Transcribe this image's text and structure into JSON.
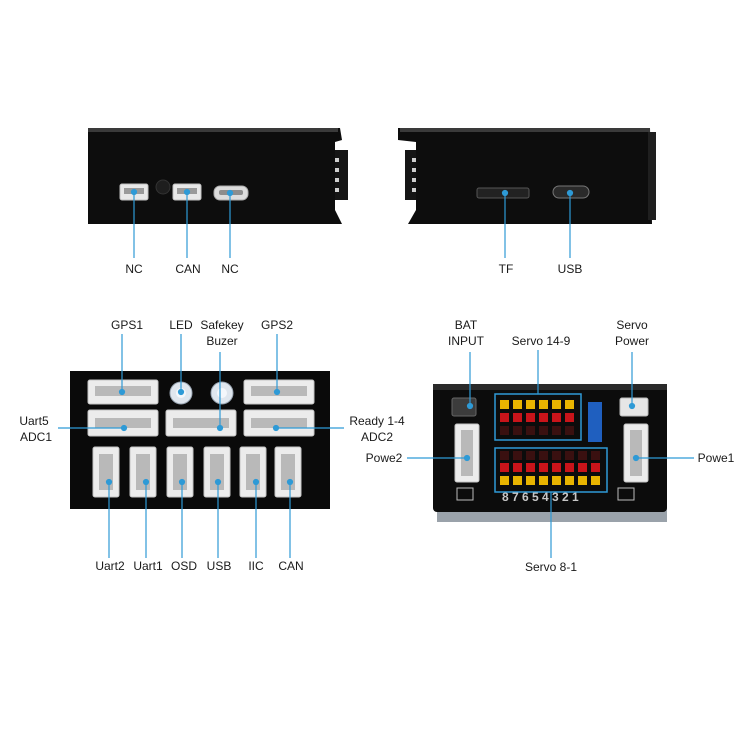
{
  "views": {
    "side_left": {
      "labels": [
        "NC",
        "CAN",
        "NC"
      ]
    },
    "side_right": {
      "labels": [
        "TF",
        "USB"
      ]
    },
    "front_left": {
      "top_labels": [
        "GPS1",
        "LED",
        "Safekey",
        "Buzer",
        "GPS2"
      ],
      "left_label": [
        "Uart5",
        "ADC1"
      ],
      "right_label": [
        "Ready 1-4",
        "ADC2"
      ],
      "bottom_labels": [
        "Uart2",
        "Uart1",
        "OSD",
        "USB",
        "IIC",
        "CAN"
      ]
    },
    "front_right": {
      "top_labels": [
        "BAT",
        "INPUT",
        "Servo 14-9",
        "Servo",
        "Power"
      ],
      "left_label": "Powe2",
      "right_label": "Powe1",
      "bottom_label": "Servo 8-1",
      "servo_numbers": "8 7 6 5 4 3 2 1"
    }
  },
  "colors": {
    "device_body": "#0d0d0d",
    "callout_line": "#2e9ad6",
    "connector": "#e8e8e8",
    "pin_yellow": "#e8b400",
    "pin_red": "#c9141a",
    "pin_dark": "#3a1010"
  }
}
